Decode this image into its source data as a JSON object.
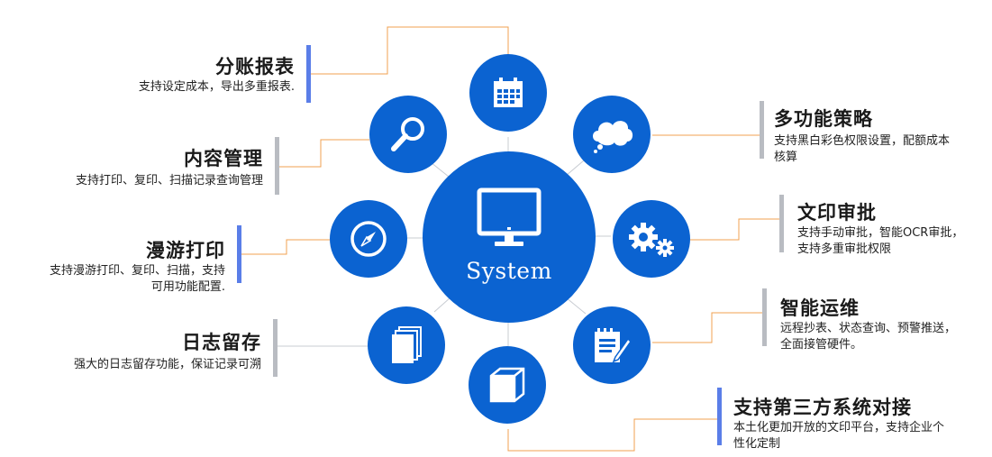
{
  "center": {
    "label": "System"
  },
  "colors": {
    "hub": "#0b63d1",
    "connector_orange": "#f0a050",
    "connector_gray": "#c8ccd2",
    "bar_blue": "#5a7ee8",
    "bar_gray": "#b9bcc2"
  },
  "nodes": [
    {
      "id": "top",
      "icon": "calendar-icon"
    },
    {
      "id": "top-right",
      "icon": "cloud-icon"
    },
    {
      "id": "right",
      "icon": "gears-icon"
    },
    {
      "id": "bottom-right",
      "icon": "document-edit-icon"
    },
    {
      "id": "bottom",
      "icon": "box-icon"
    },
    {
      "id": "bottom-left",
      "icon": "pages-icon"
    },
    {
      "id": "left",
      "icon": "compass-icon"
    },
    {
      "id": "top-left",
      "icon": "search-icon"
    }
  ],
  "features": {
    "report": {
      "title": "分账报表",
      "desc": [
        "支持设定成本，导出多重报表."
      ]
    },
    "content": {
      "title": "内容管理",
      "desc": [
        "支持打印、复印、扫描记录查询管理"
      ]
    },
    "roaming": {
      "title": "漫游打印",
      "desc": [
        "支持漫游打印、复印、扫描，支持",
        "可用功能配置."
      ]
    },
    "log": {
      "title": "日志留存",
      "desc": [
        "强大的日志留存功能，保证记录可溯"
      ]
    },
    "policy": {
      "title": "多功能策略",
      "desc": [
        "支持黑白彩色权限设置，配额成本",
        "核算"
      ]
    },
    "audit": {
      "title": "文印审批",
      "desc": [
        "支持手动审批，智能OCR审批，",
        "支持多重审批权限"
      ]
    },
    "ops": {
      "title": "智能运维",
      "desc": [
        "远程抄表、状态查询、预警推送，",
        "全面接管硬件。"
      ]
    },
    "integration": {
      "title": "支持第三方系统对接",
      "desc": [
        "本土化更加开放的文印平台，支持企业个",
        "性化定制"
      ]
    }
  }
}
